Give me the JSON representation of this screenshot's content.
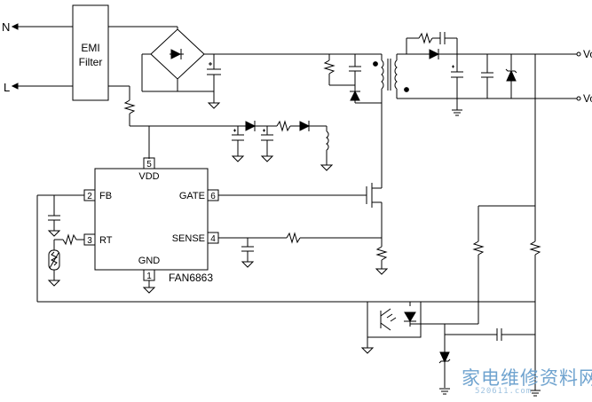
{
  "terminals": {
    "n": "N",
    "l": "L",
    "vo_plus": "Vo+",
    "vo_minus": "Vo-"
  },
  "emi_filter": {
    "line1": "EMI",
    "line2": "Filter"
  },
  "ic": {
    "part_number": "FAN6863",
    "pins": {
      "fb": {
        "num": "2",
        "name": "FB"
      },
      "rt": {
        "num": "3",
        "name": "RT"
      },
      "vdd": {
        "num": "5",
        "name": "VDD"
      },
      "gate": {
        "num": "6",
        "name": "GATE"
      },
      "sense": {
        "num": "4",
        "name": "SENSE"
      },
      "gnd": {
        "num": "1",
        "name": "GND"
      }
    }
  },
  "watermark": {
    "text": "家电维修资料网",
    "url": "520611.com"
  }
}
